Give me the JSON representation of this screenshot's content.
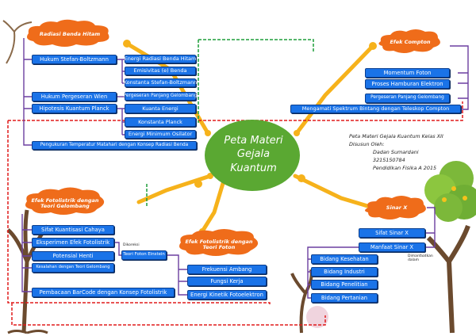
{
  "center": {
    "title_l1": "Peta Materi",
    "title_l2": "Gejala",
    "title_l3": "Kuantum"
  },
  "author": {
    "line1": "Peta Materi Gejala Kuantum Kelas XII",
    "line2": "Disusun Oleh:",
    "name": "Dadan Sumardani",
    "nim": "3215150784",
    "prodi": "Pendidikan Fisika A 2015"
  },
  "topics": {
    "radiasi": "Radiasi Benda Hitam",
    "compton": "Efek Compton",
    "fotolistrik_gel_l1": "Efek Fotolistrik dengan",
    "fotolistrik_gel_l2": "Teori Gelombang",
    "fotolistrik_foton_l1": "Efek Fotolistrik dengan",
    "fotolistrik_foton_l2": "Teori Foton",
    "sinarx": "Sinar X"
  },
  "radiasi": {
    "stefan": "Hukum Stefan-Boltzmann",
    "energi_radiasi": "Energi Radiasi Benda Hitam",
    "emisivitas": "Emisivitas (e) Benda",
    "konstanta_sb": "Konstanta Stefan-Boltzmann",
    "wien": "Hukum Pergeseran Wien",
    "pergeseran_pj": "Pergeseran Panjang Gelombang",
    "planck": "Hipotesis Kuantum Planck",
    "kuanta": "Kuanta Energi",
    "konstanta_planck": "Konstanta Planck",
    "energi_min": "Energi Minimum Osilator",
    "pengukuran": "Pengukuran Temperatur Matahari dengan Konsep Radiasi Benda"
  },
  "compton": {
    "momentum": "Momentum Foton",
    "hamburan": "Proses Hamburan Elektron",
    "pergeseran": "Pergeseran Panjang Gelombang",
    "spektrum": "Mengamati Spektrum Bintang dengan Teleskop Compton"
  },
  "fotolistrik": {
    "sifat": "Sifat Kuantisasi Cahaya",
    "eksperimen": "Eksperimen Efek Fotolistrik",
    "potensial": "Potensial Henti",
    "kesalahan": "Kesalahan dengan Teori Gelombang",
    "dikoreksi": "Dikoreksi",
    "teori_foton": "Teori Foton Einstein",
    "frekuensi": "Frekuensi Ambang",
    "fungsi": "Fungsi Kerja",
    "energi_kinetik": "Energi Kinetik Fotoelektron",
    "barcode": "Pembacaan BarCode dengan Konsep Fotolistrik"
  },
  "sinarx": {
    "sifat": "Sifat Sinar X",
    "manfaat": "Manfaat Sinar X",
    "note_l1": "Dimanfaatkan",
    "note_l2": "dalam",
    "kesehatan": "Bidang Kesehatan",
    "industri": "Bidang Industri",
    "penelitian": "Bidang Penelitian",
    "pertanian": "Bidang Pertanian"
  },
  "colors": {
    "box": "#1a73e8",
    "cloud": "#ef6c1a",
    "center": "#5aa832",
    "connector": "#f6b21b",
    "dash_red": "#e01b1b",
    "dash_green": "#1f9d3a",
    "tree_leaf": "#7cb83a"
  }
}
